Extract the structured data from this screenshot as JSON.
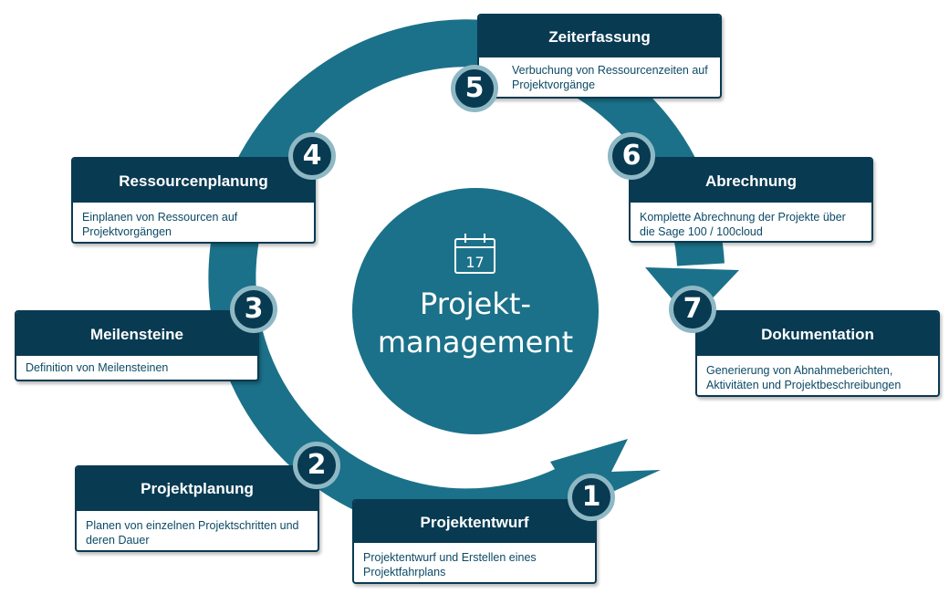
{
  "center": {
    "date_number": "17",
    "title_line1": "Projekt-",
    "title_line2": "management"
  },
  "steps": [
    {
      "number": "1",
      "title": "Projektentwurf",
      "description": "Projektentwurf und Erstellen eines Projektfahrplans"
    },
    {
      "number": "2",
      "title": "Projektplanung",
      "description": "Planen von einzelnen Projektschritten und deren Dauer"
    },
    {
      "number": "3",
      "title": "Meilensteine",
      "description": "Definition von Meilensteinen"
    },
    {
      "number": "4",
      "title": "Ressourcenplanung",
      "description": "Einplanen von Ressourcen auf Projektvorgängen"
    },
    {
      "number": "5",
      "title": "Zeiterfassung",
      "description": "Verbuchung von Ressourcenzeiten auf Projektvorgänge"
    },
    {
      "number": "6",
      "title": "Abrechnung",
      "description": "Komplette Abrechnung der Projekte über die Sage 100 / 100cloud"
    },
    {
      "number": "7",
      "title": "Dokumentation",
      "description": "Generierung von Abnahmeberichten, Aktivitäten und Projektbeschreibungen"
    }
  ],
  "colors": {
    "ring": "#1b7189",
    "center_circle": "#1b7189",
    "card_header": "#083a52",
    "badge_fill": "#083a52",
    "badge_border": "#8fb8c5",
    "card_text": "#0c4a66"
  }
}
